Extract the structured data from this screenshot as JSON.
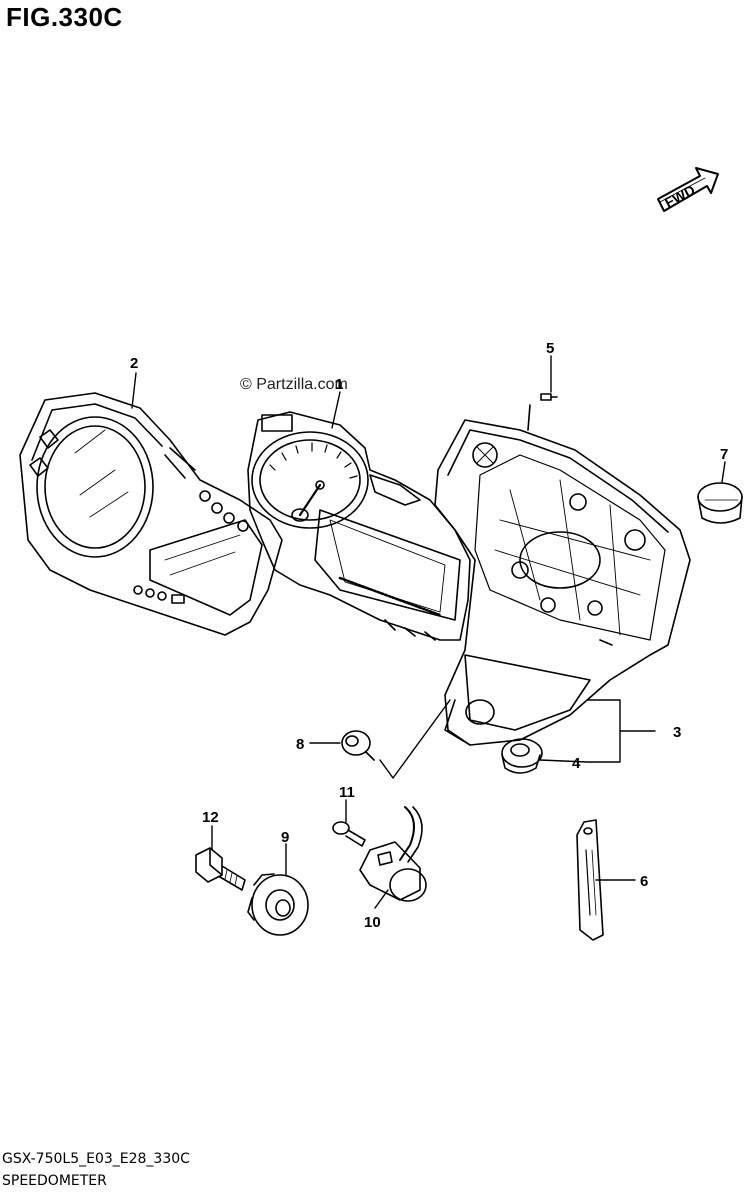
{
  "figure": {
    "title": "FIG.330C",
    "code": "GSX-750L5_E03_E28_330C",
    "name": "SPEEDOMETER"
  },
  "watermark": "© Partzilla.com",
  "direction_label": "FWD",
  "callouts": [
    "1",
    "2",
    "3",
    "4",
    "5",
    "6",
    "7",
    "8",
    "9",
    "10",
    "11",
    "12"
  ],
  "icons": [
    "fwd-arrow-icon"
  ],
  "colors": {
    "ink": "#000000",
    "background": "#ffffff"
  }
}
